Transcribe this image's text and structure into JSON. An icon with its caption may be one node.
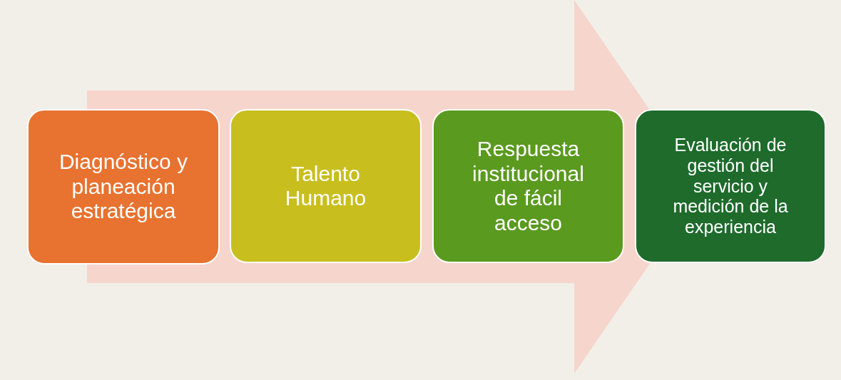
{
  "diagram": {
    "nodes": [
      {
        "text": [
          "Diagnóstico y planeación estratégica"
        ]
      },
      {
        "text": [
          "Talento Humano"
        ]
      },
      {
        "text": [
          "Respuesta institucional de fácil acceso"
        ]
      },
      {
        "text": [
          "Evaluación de gestión del servicio y medición de la experiencia"
        ]
      }
    ],
    "edges": [
      {
        "from": 0,
        "to": 3,
        "arrow": "to",
        "style": "thick",
        "color": "#f6d5cc"
      }
    ]
  }
}
